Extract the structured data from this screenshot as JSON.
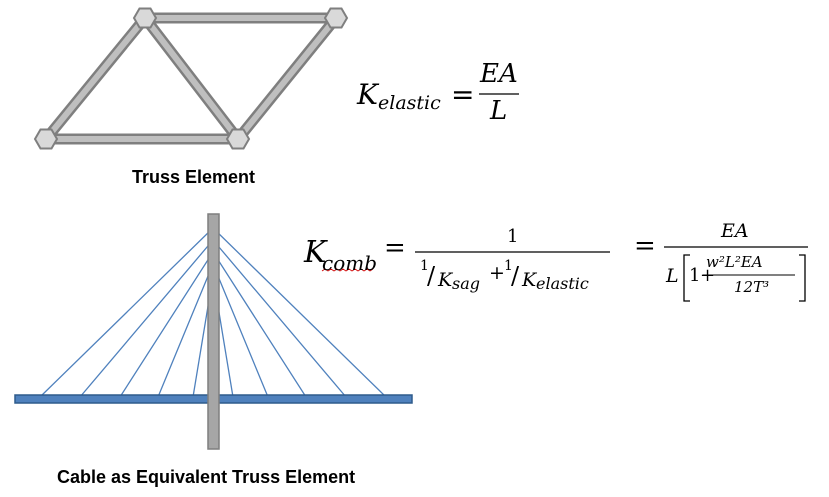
{
  "truss": {
    "caption": "Truss Element"
  },
  "cable": {
    "caption": "Cable as Equivalent Truss Element"
  },
  "eq_elastic": {
    "lhs_symbol": "K",
    "lhs_subscript": "elastic",
    "equals": "=",
    "numerator": "EA",
    "denominator": "L"
  },
  "eq_comb": {
    "lhs_symbol": "K",
    "lhs_subscript": "comb",
    "equals1": "=",
    "frac1_numerator": "1",
    "frac1_den_a_num": "1",
    "frac1_den_a_slash": "/",
    "frac1_den_a_K": "K",
    "frac1_den_a_sub": "sag",
    "frac1_den_plus": "+",
    "frac1_den_b_num": "1",
    "frac1_den_b_slash": "/",
    "frac1_den_b_K": "K",
    "frac1_den_b_sub": "elastic",
    "equals2": "=",
    "frac2_numerator": "EA",
    "frac2_den_L": "L",
    "frac2_den_one": "1",
    "frac2_den_plus": "+",
    "inner_numerator": "w²L²EA",
    "inner_denominator": "12T³"
  },
  "colors": {
    "truss_member": "#a6a6a6",
    "truss_member_edge": "#7f7f7f",
    "node_fill": "#d9d9d9",
    "cable_line": "#4f81bd",
    "deck": "#4f81bd",
    "deck_edge": "#2f5b8c",
    "tower": "#a6a6a6"
  }
}
